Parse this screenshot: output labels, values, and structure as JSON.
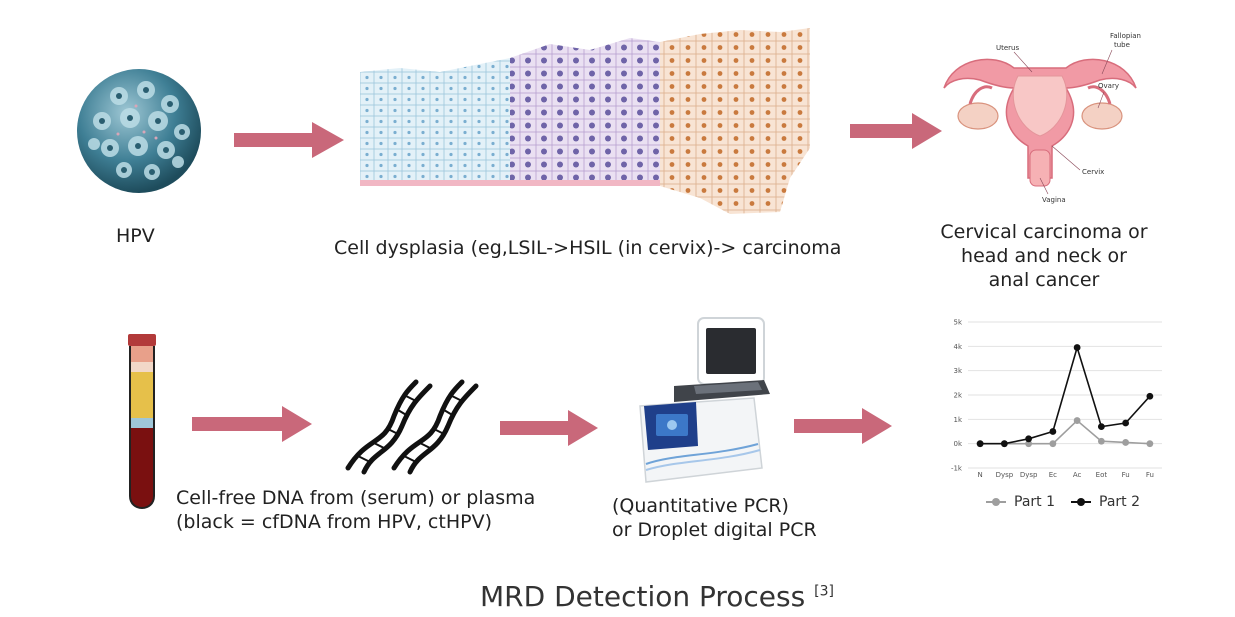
{
  "diagram": {
    "hpv_label": "HPV",
    "dysplasia_label": "Cell dysplasia (eg,LSIL->HSIL (in cervix)-> carcinoma",
    "cancer_label_lines": [
      "Cervical carcinoma or",
      "head and neck or",
      "anal cancer"
    ],
    "organ_labels": {
      "uterus": "Uterus",
      "fallopian_line1": "Fallopian",
      "fallopian_line2": "tube",
      "ovary": "Ovary",
      "cervix": "Cervix",
      "vagina": "Vagina"
    },
    "cfdna_label_lines": [
      "Cell-free DNA from (serum) or plasma",
      "(black = cfDNA from HPV, ctHPV)"
    ],
    "pcr_label_lines": [
      "(Quantitative PCR)",
      "or Droplet digital PCR"
    ],
    "title": "MRD Detection Process",
    "title_ref": "[3]",
    "arrow_color": "#c9687a"
  },
  "chart_data": {
    "type": "line",
    "categories": [
      "N",
      "Dysp",
      "Dysp",
      "Ec",
      "Ac",
      "Eot",
      "Fu",
      "Fu"
    ],
    "y_tick_labels": [
      "5k",
      "4k",
      "3k",
      "2k",
      "1k",
      "0k",
      "-1k"
    ],
    "ylim": [
      -1000,
      5000
    ],
    "grid": true,
    "legend_position": "bottom",
    "series": [
      {
        "name": "Part 1",
        "color": "#9e9e9e",
        "values": [
          0,
          0,
          0,
          0,
          950,
          100,
          50,
          0
        ]
      },
      {
        "name": "Part 2",
        "color": "#111111",
        "values": [
          0,
          0,
          200,
          500,
          3950,
          700,
          850,
          1950
        ]
      }
    ]
  }
}
